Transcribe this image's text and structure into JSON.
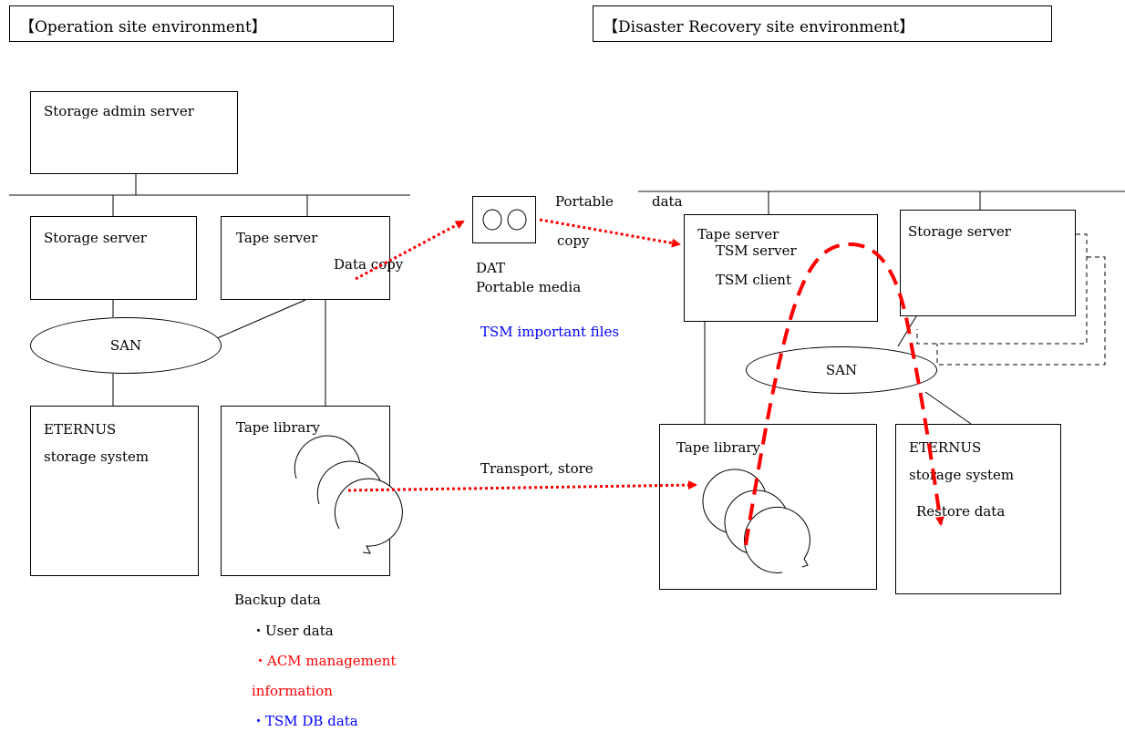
{
  "titles": {
    "operation": "【Operation site environment】",
    "disaster": "【Disaster Recovery site environment】"
  },
  "operation_site": {
    "storage_admin_server": "Storage admin server",
    "storage_server": "Storage server",
    "tape_server": "Tape server",
    "data_copy": "Data copy",
    "san": "SAN",
    "eternus_line1": "ETERNUS",
    "eternus_line2": "storage system",
    "tape_library": "Tape library",
    "backup_data": "Backup data",
    "backup_items": {
      "user_data": "・User data",
      "acm_line1": "・ACM management",
      "acm_line2": "information",
      "tsm_db": "・TSM DB data"
    }
  },
  "transfer": {
    "portable": "Portable",
    "data": "data",
    "copy": "copy",
    "dat": "DAT",
    "portable_media": "Portable media",
    "tsm_important_files": "TSM important files",
    "transport_store": "Transport, store"
  },
  "dr_site": {
    "tape_server": "Tape server",
    "tsm_server": "TSM server",
    "tsm_client": "TSM client",
    "storage_server": "Storage server",
    "san": "SAN",
    "tape_library": "Tape library",
    "eternus_line1": "ETERNUS",
    "eternus_line2": "storage system",
    "restore_data": "Restore data"
  },
  "colors": {
    "red": "#ff0000",
    "blue": "#0000ff",
    "line": "#000000"
  }
}
